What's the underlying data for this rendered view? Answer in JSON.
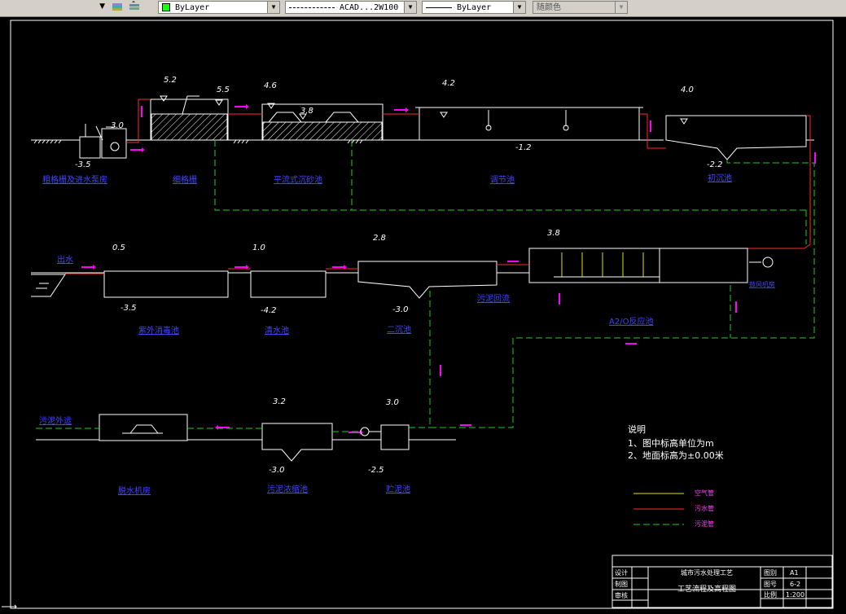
{
  "toolbar": {
    "layer_value": "ByLayer",
    "linetype_value": "ACAD...2W100",
    "lineweight_value": "ByLayer",
    "color_value": "随颜色",
    "colors": {
      "layer_swatch": "#1aff1a"
    }
  },
  "drawing": {
    "colors": {
      "bg": "#000000",
      "frame": "#ffffff",
      "water": "#ff2a2a",
      "sludge": "#22cc22",
      "air": "#e5e500",
      "arrow": "#ff00ff",
      "label": "#3333ff"
    },
    "stage_labels": {
      "screen_pump": "粗格栅及进水泵房",
      "fine_screen": "细格栅",
      "grit": "平流式沉砂池",
      "equalization": "调节池",
      "primary": "初沉池",
      "ao": "A2/O反应池",
      "sludge_return": "污泥回流",
      "secondary": "二沉池",
      "clear": "清水池",
      "uv": "紫外消毒池",
      "outlet": "出水",
      "dewater": "脱水机房",
      "thickener": "污泥浓缩池",
      "sludge_well": "贮泥池",
      "sludge_out": "污泥外运",
      "blower": "鼓风机房"
    },
    "elevations": {
      "e1": "5.2",
      "e2": "5.5",
      "e3": "4.6",
      "e4": "3.8",
      "e5": "4.2",
      "e6": "4.0",
      "e7": "-2.2",
      "e8": "-1.2",
      "e9": "3.0",
      "e10": "-3.5",
      "e11": "0.5",
      "e12": "-3.5",
      "e13": "1.0",
      "e14": "-4.2",
      "e15": "2.8",
      "e16": "-3.0",
      "e17": "3.8",
      "e18": "3.2",
      "e19": "-3.0",
      "e20": "3.0",
      "e21": "-2.5"
    },
    "notes": {
      "title": "说明",
      "line1": "1、图中标高单位为m",
      "line2": "2、地面标高为±0.00米"
    },
    "legend": {
      "air": "空气管",
      "water": "污水管",
      "sludge": "污泥管"
    },
    "title_block": {
      "design": "设计",
      "draw": "制图",
      "review": "审核",
      "project": "城市污水处理工艺",
      "drawing_name": "工艺流程及高程图",
      "category_label": "图别",
      "category_value": "A1",
      "number_label": "图号",
      "number_value": "6-2",
      "scale_label": "比例",
      "scale_value": "1:200"
    }
  }
}
